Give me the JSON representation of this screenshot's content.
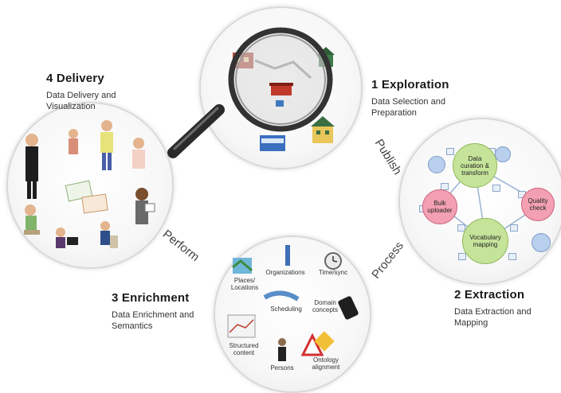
{
  "stages": {
    "exploration": {
      "title": "1 Exploration",
      "subtitle_line1": "Data Selection and",
      "subtitle_line2": "Preparation"
    },
    "extraction": {
      "title": "2 Extraction",
      "subtitle_line1": "Data Extraction and",
      "subtitle_line2": "Mapping"
    },
    "enrichment": {
      "title": "3 Enrichment",
      "subtitle_line1": "Data Enrichment and",
      "subtitle_line2": "Semantics"
    },
    "delivery": {
      "title": "4 Delivery",
      "subtitle_line1": "Data Delivery and",
      "subtitle_line2": "Visualization"
    }
  },
  "transitions": {
    "publish": "Publish",
    "process": "Process",
    "perform": "Perform"
  },
  "extraction_nodes": {
    "curation_l1": "Data",
    "curation_l2": "curation &",
    "curation_l3": "transform",
    "bulk_l1": "Bulk",
    "bulk_l2": "uploader",
    "quality_l1": "Quality",
    "quality_l2": "check",
    "vocab_l1": "Vocabulary",
    "vocab_l2": "mapping"
  },
  "enrichment_items": {
    "places_l1": "Places/",
    "places_l2": "Locations",
    "organizations": "Organizations",
    "timesync": "Time/sync",
    "scheduling": "Scheduling",
    "domain_l1": "Domain",
    "domain_l2": "concepts",
    "structured_l1": "Structured",
    "structured_l2": "content",
    "persons": "Persons",
    "ontology_l1": "Ontology",
    "ontology_l2": "alignment"
  },
  "colors": {
    "green_node": "#c6e39a",
    "pink_node": "#f2a0b2",
    "blue_node": "#b9cfee",
    "magnifier_handle": "#2b2b2b"
  }
}
